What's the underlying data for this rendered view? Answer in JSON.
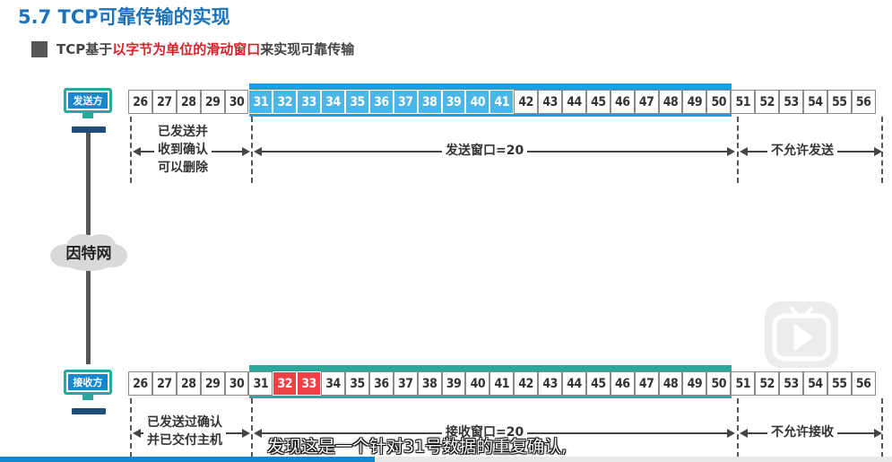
{
  "slide": {
    "title": "5.7 TCP可靠传输的实现",
    "subtitle_parts": [
      "TCP基于",
      "以字节为单位的滑动窗口",
      "来实现可靠传输"
    ]
  },
  "sender": {
    "station_label": "发送方",
    "cells": [
      26,
      27,
      28,
      29,
      30,
      31,
      32,
      33,
      34,
      35,
      36,
      37,
      38,
      39,
      40,
      41,
      42,
      43,
      44,
      45,
      46,
      47,
      48,
      49,
      50,
      51,
      52,
      53,
      54,
      55,
      56
    ],
    "highlight_from": 31,
    "highlight_to": 41,
    "highlight_color": "#4cb6e6",
    "window_from": 31,
    "window_to": 50,
    "left_label_lines": [
      "已发送并",
      "收到确认",
      "可以删除"
    ],
    "window_label": "发送窗口=20",
    "right_label": "不允许发送"
  },
  "network": {
    "label": "因特网"
  },
  "receiver": {
    "station_label": "接收方",
    "cells": [
      26,
      27,
      28,
      29,
      30,
      31,
      32,
      33,
      34,
      35,
      36,
      37,
      38,
      39,
      40,
      41,
      42,
      43,
      44,
      45,
      46,
      47,
      48,
      49,
      50,
      51,
      52,
      53,
      54,
      55,
      56
    ],
    "highlight_from": 32,
    "highlight_to": 33,
    "highlight_color": "#ec4247",
    "window_from": 31,
    "window_to": 50,
    "left_label_lines": [
      "已发送过确认",
      "并已交付主机"
    ],
    "window_label": "接收窗口=20",
    "right_label": "不允许接收"
  },
  "caption": "发现这是一个针对31号数据的重复确认,",
  "player": {
    "progress_fraction": 0.42,
    "accent": "#1686cf"
  }
}
